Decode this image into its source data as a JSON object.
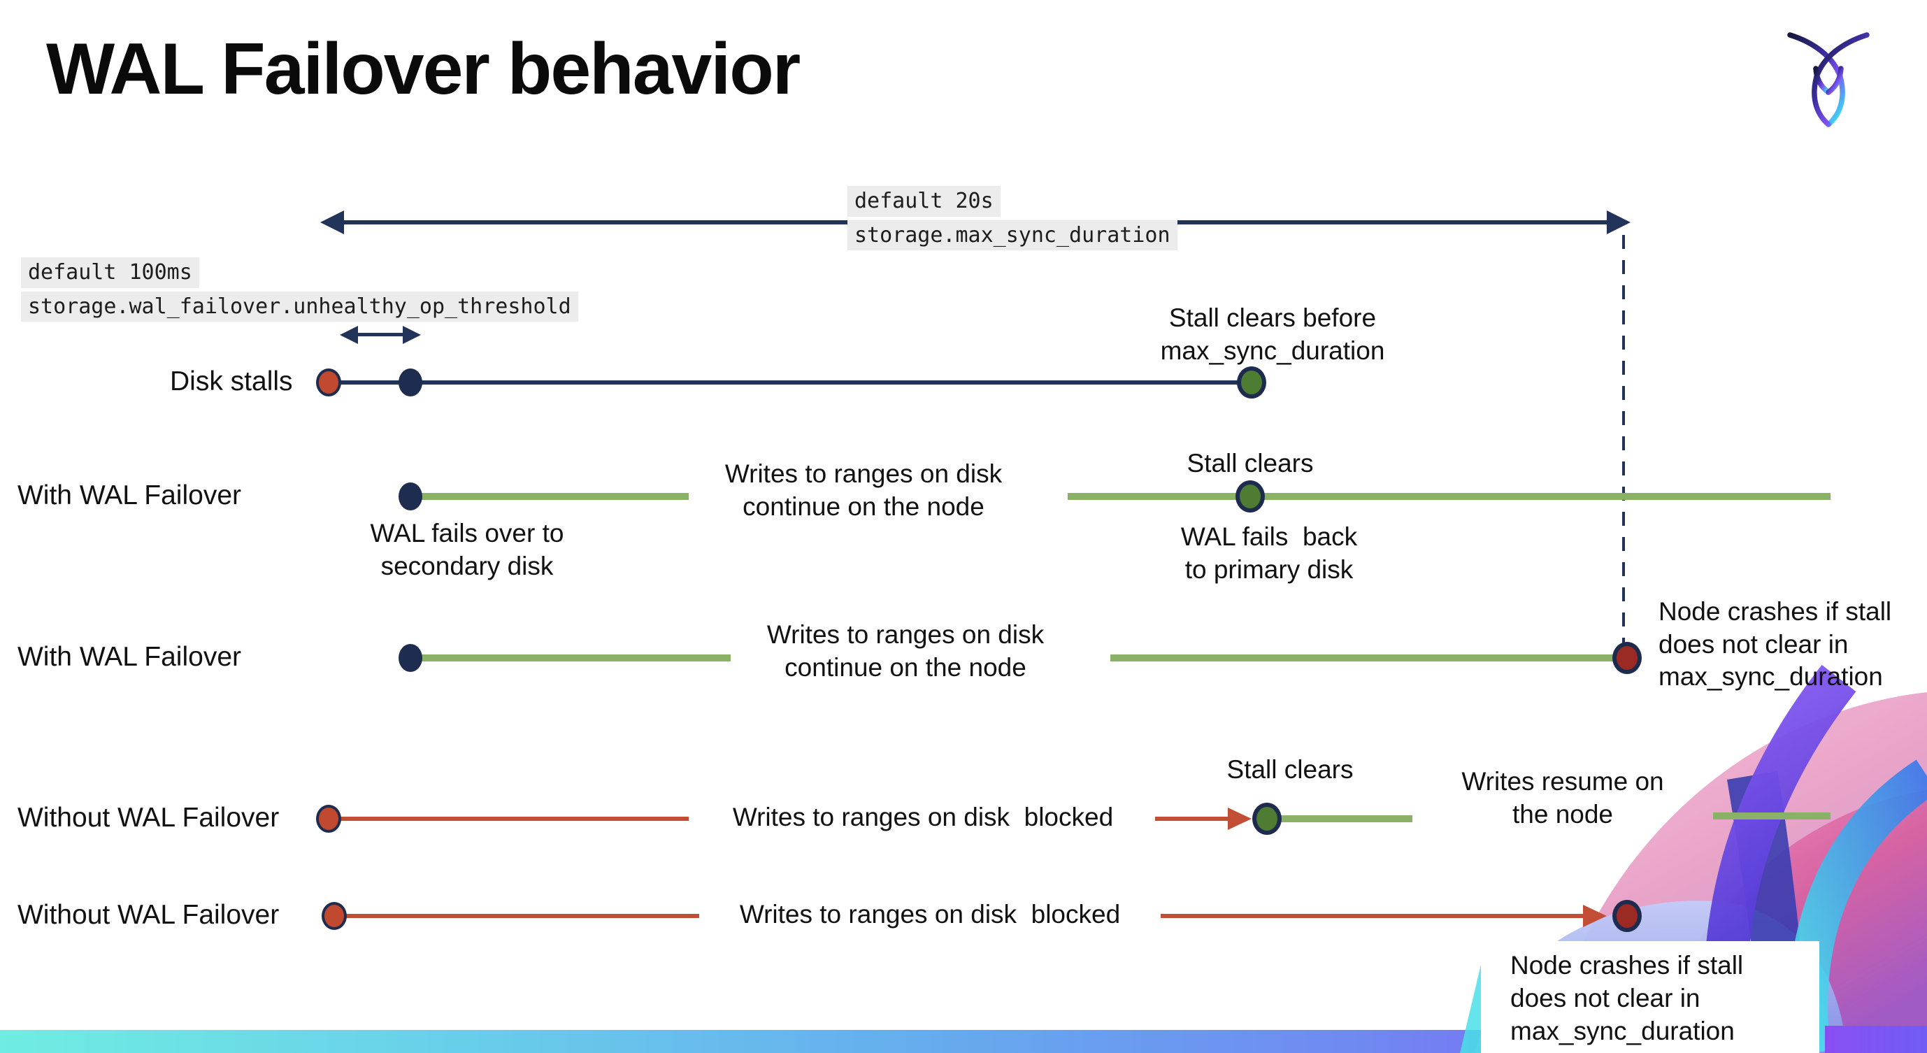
{
  "title": "WAL Failover behavior",
  "logo": {
    "name": "cockroachdb-logo"
  },
  "colors": {
    "navy": "#22335a",
    "green_line": "#8ab266",
    "green_dot": "#4e7c33",
    "red": "#c24f35",
    "red_start_dot": "#c0492f",
    "crash_dot": "#9a2a23",
    "code_bg": "#ececec",
    "footer_gradient_left": "#6fede2",
    "footer_gradient_right": "#8a55f0"
  },
  "config_annotations": {
    "max_sync_duration": {
      "default_label": "default 20s",
      "setting": "storage.max_sync_duration"
    },
    "unhealthy_op_threshold": {
      "default_label": "default 100ms",
      "setting": "storage.wal_failover.unhealthy_op_threshold"
    }
  },
  "rows": {
    "disk_stalls": {
      "label": "Disk stalls",
      "stall_note": "Stall clears before\nmax_sync_duration"
    },
    "with_failover_clears": {
      "label": "With WAL Failover",
      "failover_note": "WAL fails over to\nsecondary disk",
      "writes_note": "Writes to ranges on disk\ncontinue on the node",
      "stall_note": "Stall clears",
      "failback_note": "WAL fails  back\nto primary disk"
    },
    "with_failover_crash": {
      "label": "With WAL Failover",
      "writes_note": "Writes to ranges on disk\ncontinue on the node",
      "crash_note": "Node crashes if stall\ndoes not clear in\nmax_sync_duration"
    },
    "without_failover_clears": {
      "label": "Without WAL Failover",
      "writes_note": "Writes to ranges on disk  blocked",
      "stall_note": "Stall clears",
      "resume_note": "Writes resume on\nthe node"
    },
    "without_failover_crash": {
      "label": "Without WAL Failover",
      "writes_note": "Writes to ranges on disk  blocked",
      "crash_note": "Node crashes if stall\ndoes not clear in\nmax_sync_duration"
    }
  }
}
